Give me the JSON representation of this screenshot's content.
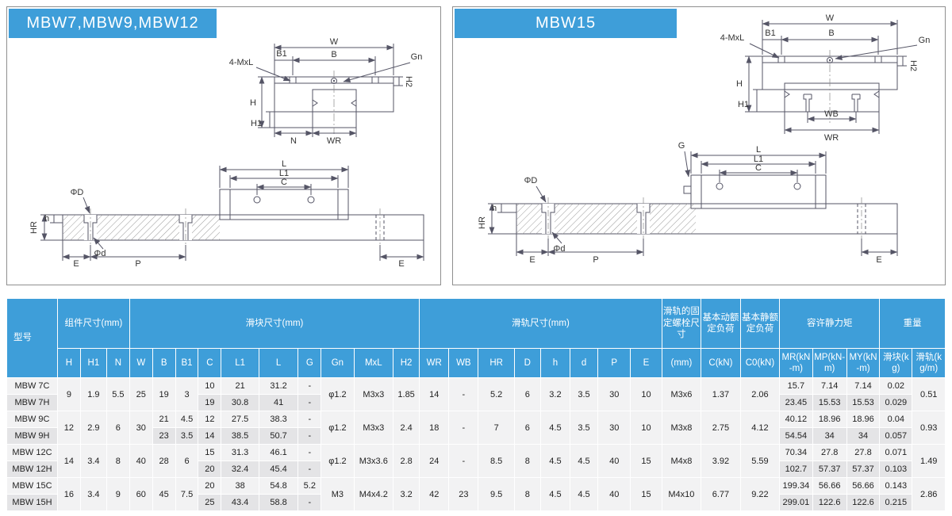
{
  "colors": {
    "accent": "#3e9ed9",
    "row_light": "#f2f2f3",
    "row_dark": "#e4e4e6",
    "header_text": "#ffffff"
  },
  "panels": [
    {
      "title": "MBW7,MBW9,MBW12",
      "labels": {
        "W": "W",
        "B": "B",
        "B1": "B1",
        "Gn": "Gn",
        "MxL": "4-MxL",
        "H": "H",
        "H1": "H1",
        "H2": "H2",
        "N": "N",
        "WR": "WR",
        "L": "L",
        "L1": "L1",
        "C": "C",
        "PhiD": "ΦD",
        "Phid": "Φd",
        "HR": "HR",
        "h": "h",
        "E": "E",
        "P": "P"
      }
    },
    {
      "title": "MBW15",
      "labels": {
        "W": "W",
        "B": "B",
        "B1": "B1",
        "Gn": "Gn",
        "MxL": "4-MxL",
        "H": "H",
        "H1": "H1",
        "H2": "H2",
        "WB": "WB",
        "WR": "WR",
        "G": "G",
        "L": "L",
        "L1": "L1",
        "C": "C",
        "PhiD": "ΦD",
        "Phid": "Φd",
        "HR": "HR",
        "h": "h",
        "E": "E",
        "P": "P"
      }
    }
  ],
  "table": {
    "header_rows": [
      [
        {
          "t": "型号",
          "rs": 2
        },
        {
          "t": "组件尺寸(mm)",
          "cs": 3
        },
        {
          "t": "滑块尺寸(mm)",
          "cs": 10
        },
        {
          "t": "滑轨尺寸(mm)",
          "cs": 8
        },
        {
          "t": "滑轨的固定螺栓尺寸"
        },
        {
          "t": "基本动额定负荷"
        },
        {
          "t": "基本静额定负荷"
        },
        {
          "t": "容许静力矩",
          "cs": 3
        },
        {
          "t": "重量",
          "cs": 2
        }
      ],
      [
        {
          "t": "H"
        },
        {
          "t": "H1"
        },
        {
          "t": "N"
        },
        {
          "t": "W"
        },
        {
          "t": "B"
        },
        {
          "t": "B1"
        },
        {
          "t": "C"
        },
        {
          "t": "L1"
        },
        {
          "t": "L"
        },
        {
          "t": "G"
        },
        {
          "t": "Gn"
        },
        {
          "t": "MxL"
        },
        {
          "t": "H2"
        },
        {
          "t": "WR"
        },
        {
          "t": "WB"
        },
        {
          "t": "HR"
        },
        {
          "t": "D"
        },
        {
          "t": "h"
        },
        {
          "t": "d"
        },
        {
          "t": "P"
        },
        {
          "t": "E"
        },
        {
          "t": "(mm)"
        },
        {
          "t": "C(kN)"
        },
        {
          "t": "C0(kN)"
        },
        {
          "t": "MR(kN-m)"
        },
        {
          "t": "MP(kN-m)"
        },
        {
          "t": "MY(kN-m)"
        },
        {
          "t": "滑块(kg)"
        },
        {
          "t": "滑轨(kg/m)"
        }
      ]
    ],
    "rows": [
      [
        {
          "t": "MBW 7C"
        },
        {
          "t": "9",
          "rs": 2
        },
        {
          "t": "1.9",
          "rs": 2
        },
        {
          "t": "5.5",
          "rs": 2
        },
        {
          "t": "25",
          "rs": 2
        },
        {
          "t": "19",
          "rs": 2
        },
        {
          "t": "3",
          "rs": 2
        },
        {
          "t": "10"
        },
        {
          "t": "21"
        },
        {
          "t": "31.2"
        },
        {
          "t": "-"
        },
        {
          "t": "φ1.2",
          "rs": 2
        },
        {
          "t": "M3x3",
          "rs": 2
        },
        {
          "t": "1.85",
          "rs": 2
        },
        {
          "t": "14",
          "rs": 2
        },
        {
          "t": "-",
          "rs": 2
        },
        {
          "t": "5.2",
          "rs": 2
        },
        {
          "t": "6",
          "rs": 2
        },
        {
          "t": "3.2",
          "rs": 2
        },
        {
          "t": "3.5",
          "rs": 2
        },
        {
          "t": "30",
          "rs": 2
        },
        {
          "t": "10",
          "rs": 2
        },
        {
          "t": "M3x6",
          "rs": 2
        },
        {
          "t": "1.37",
          "rs": 2
        },
        {
          "t": "2.06",
          "rs": 2
        },
        {
          "t": "15.7"
        },
        {
          "t": "7.14"
        },
        {
          "t": "7.14"
        },
        {
          "t": "0.02"
        },
        {
          "t": "0.51",
          "rs": 2
        }
      ],
      [
        {
          "t": "MBW 7H"
        },
        {
          "t": "19"
        },
        {
          "t": "30.8"
        },
        {
          "t": "41"
        },
        {
          "t": "-"
        },
        {
          "t": "23.45"
        },
        {
          "t": "15.53"
        },
        {
          "t": "15.53"
        },
        {
          "t": "0.029"
        }
      ],
      [
        {
          "t": "MBW 9C"
        },
        {
          "t": "12",
          "rs": 2
        },
        {
          "t": "2.9",
          "rs": 2
        },
        {
          "t": "6",
          "rs": 2
        },
        {
          "t": "30",
          "rs": 2
        },
        {
          "t": "21"
        },
        {
          "t": "4.5"
        },
        {
          "t": "12"
        },
        {
          "t": "27.5"
        },
        {
          "t": "38.3"
        },
        {
          "t": "-"
        },
        {
          "t": "φ1.2",
          "rs": 2
        },
        {
          "t": "M3x3",
          "rs": 2
        },
        {
          "t": "2.4",
          "rs": 2
        },
        {
          "t": "18",
          "rs": 2
        },
        {
          "t": "-",
          "rs": 2
        },
        {
          "t": "7",
          "rs": 2
        },
        {
          "t": "6",
          "rs": 2
        },
        {
          "t": "4.5",
          "rs": 2
        },
        {
          "t": "3.5",
          "rs": 2
        },
        {
          "t": "30",
          "rs": 2
        },
        {
          "t": "10",
          "rs": 2
        },
        {
          "t": "M3x8",
          "rs": 2
        },
        {
          "t": "2.75",
          "rs": 2
        },
        {
          "t": "4.12",
          "rs": 2
        },
        {
          "t": "40.12"
        },
        {
          "t": "18.96"
        },
        {
          "t": "18.96"
        },
        {
          "t": "0.04"
        },
        {
          "t": "0.93",
          "rs": 2
        }
      ],
      [
        {
          "t": "MBW 9H"
        },
        {
          "t": "23"
        },
        {
          "t": "3.5"
        },
        {
          "t": "14"
        },
        {
          "t": "38.5"
        },
        {
          "t": "50.7"
        },
        {
          "t": "-"
        },
        {
          "t": "54.54"
        },
        {
          "t": "34"
        },
        {
          "t": "34"
        },
        {
          "t": "0.057"
        }
      ],
      [
        {
          "t": "MBW 12C"
        },
        {
          "t": "14",
          "rs": 2
        },
        {
          "t": "3.4",
          "rs": 2
        },
        {
          "t": "8",
          "rs": 2
        },
        {
          "t": "40",
          "rs": 2
        },
        {
          "t": "28",
          "rs": 2
        },
        {
          "t": "6",
          "rs": 2
        },
        {
          "t": "15"
        },
        {
          "t": "31.3"
        },
        {
          "t": "46.1"
        },
        {
          "t": "-"
        },
        {
          "t": "φ1.2",
          "rs": 2
        },
        {
          "t": "M3x3.6",
          "rs": 2
        },
        {
          "t": "2.8",
          "rs": 2
        },
        {
          "t": "24",
          "rs": 2
        },
        {
          "t": "-",
          "rs": 2
        },
        {
          "t": "8.5",
          "rs": 2
        },
        {
          "t": "8",
          "rs": 2
        },
        {
          "t": "4.5",
          "rs": 2
        },
        {
          "t": "4.5",
          "rs": 2
        },
        {
          "t": "40",
          "rs": 2
        },
        {
          "t": "15",
          "rs": 2
        },
        {
          "t": "M4x8",
          "rs": 2
        },
        {
          "t": "3.92",
          "rs": 2
        },
        {
          "t": "5.59",
          "rs": 2
        },
        {
          "t": "70.34"
        },
        {
          "t": "27.8"
        },
        {
          "t": "27.8"
        },
        {
          "t": "0.071"
        },
        {
          "t": "1.49",
          "rs": 2
        }
      ],
      [
        {
          "t": "MBW 12H"
        },
        {
          "t": "20"
        },
        {
          "t": "32.4"
        },
        {
          "t": "45.4"
        },
        {
          "t": "-"
        },
        {
          "t": "102.7"
        },
        {
          "t": "57.37"
        },
        {
          "t": "57.37"
        },
        {
          "t": "0.103"
        }
      ],
      [
        {
          "t": "MBW 15C"
        },
        {
          "t": "16",
          "rs": 2
        },
        {
          "t": "3.4",
          "rs": 2
        },
        {
          "t": "9",
          "rs": 2
        },
        {
          "t": "60",
          "rs": 2
        },
        {
          "t": "45",
          "rs": 2
        },
        {
          "t": "7.5",
          "rs": 2
        },
        {
          "t": "20"
        },
        {
          "t": "38"
        },
        {
          "t": "54.8"
        },
        {
          "t": "5.2"
        },
        {
          "t": "M3",
          "rs": 2
        },
        {
          "t": "M4x4.2",
          "rs": 2
        },
        {
          "t": "3.2",
          "rs": 2
        },
        {
          "t": "42",
          "rs": 2
        },
        {
          "t": "23",
          "rs": 2
        },
        {
          "t": "9.5",
          "rs": 2
        },
        {
          "t": "8",
          "rs": 2
        },
        {
          "t": "4.5",
          "rs": 2
        },
        {
          "t": "4.5",
          "rs": 2
        },
        {
          "t": "40",
          "rs": 2
        },
        {
          "t": "15",
          "rs": 2
        },
        {
          "t": "M4x10",
          "rs": 2
        },
        {
          "t": "6.77",
          "rs": 2
        },
        {
          "t": "9.22",
          "rs": 2
        },
        {
          "t": "199.34"
        },
        {
          "t": "56.66"
        },
        {
          "t": "56.66"
        },
        {
          "t": "0.143"
        },
        {
          "t": "2.86",
          "rs": 2
        }
      ],
      [
        {
          "t": "MBW 15H"
        },
        {
          "t": "25"
        },
        {
          "t": "43.4"
        },
        {
          "t": "58.8"
        },
        {
          "t": "-"
        },
        {
          "t": "299.01"
        },
        {
          "t": "122.6"
        },
        {
          "t": "122.6"
        },
        {
          "t": "0.215"
        }
      ]
    ]
  }
}
